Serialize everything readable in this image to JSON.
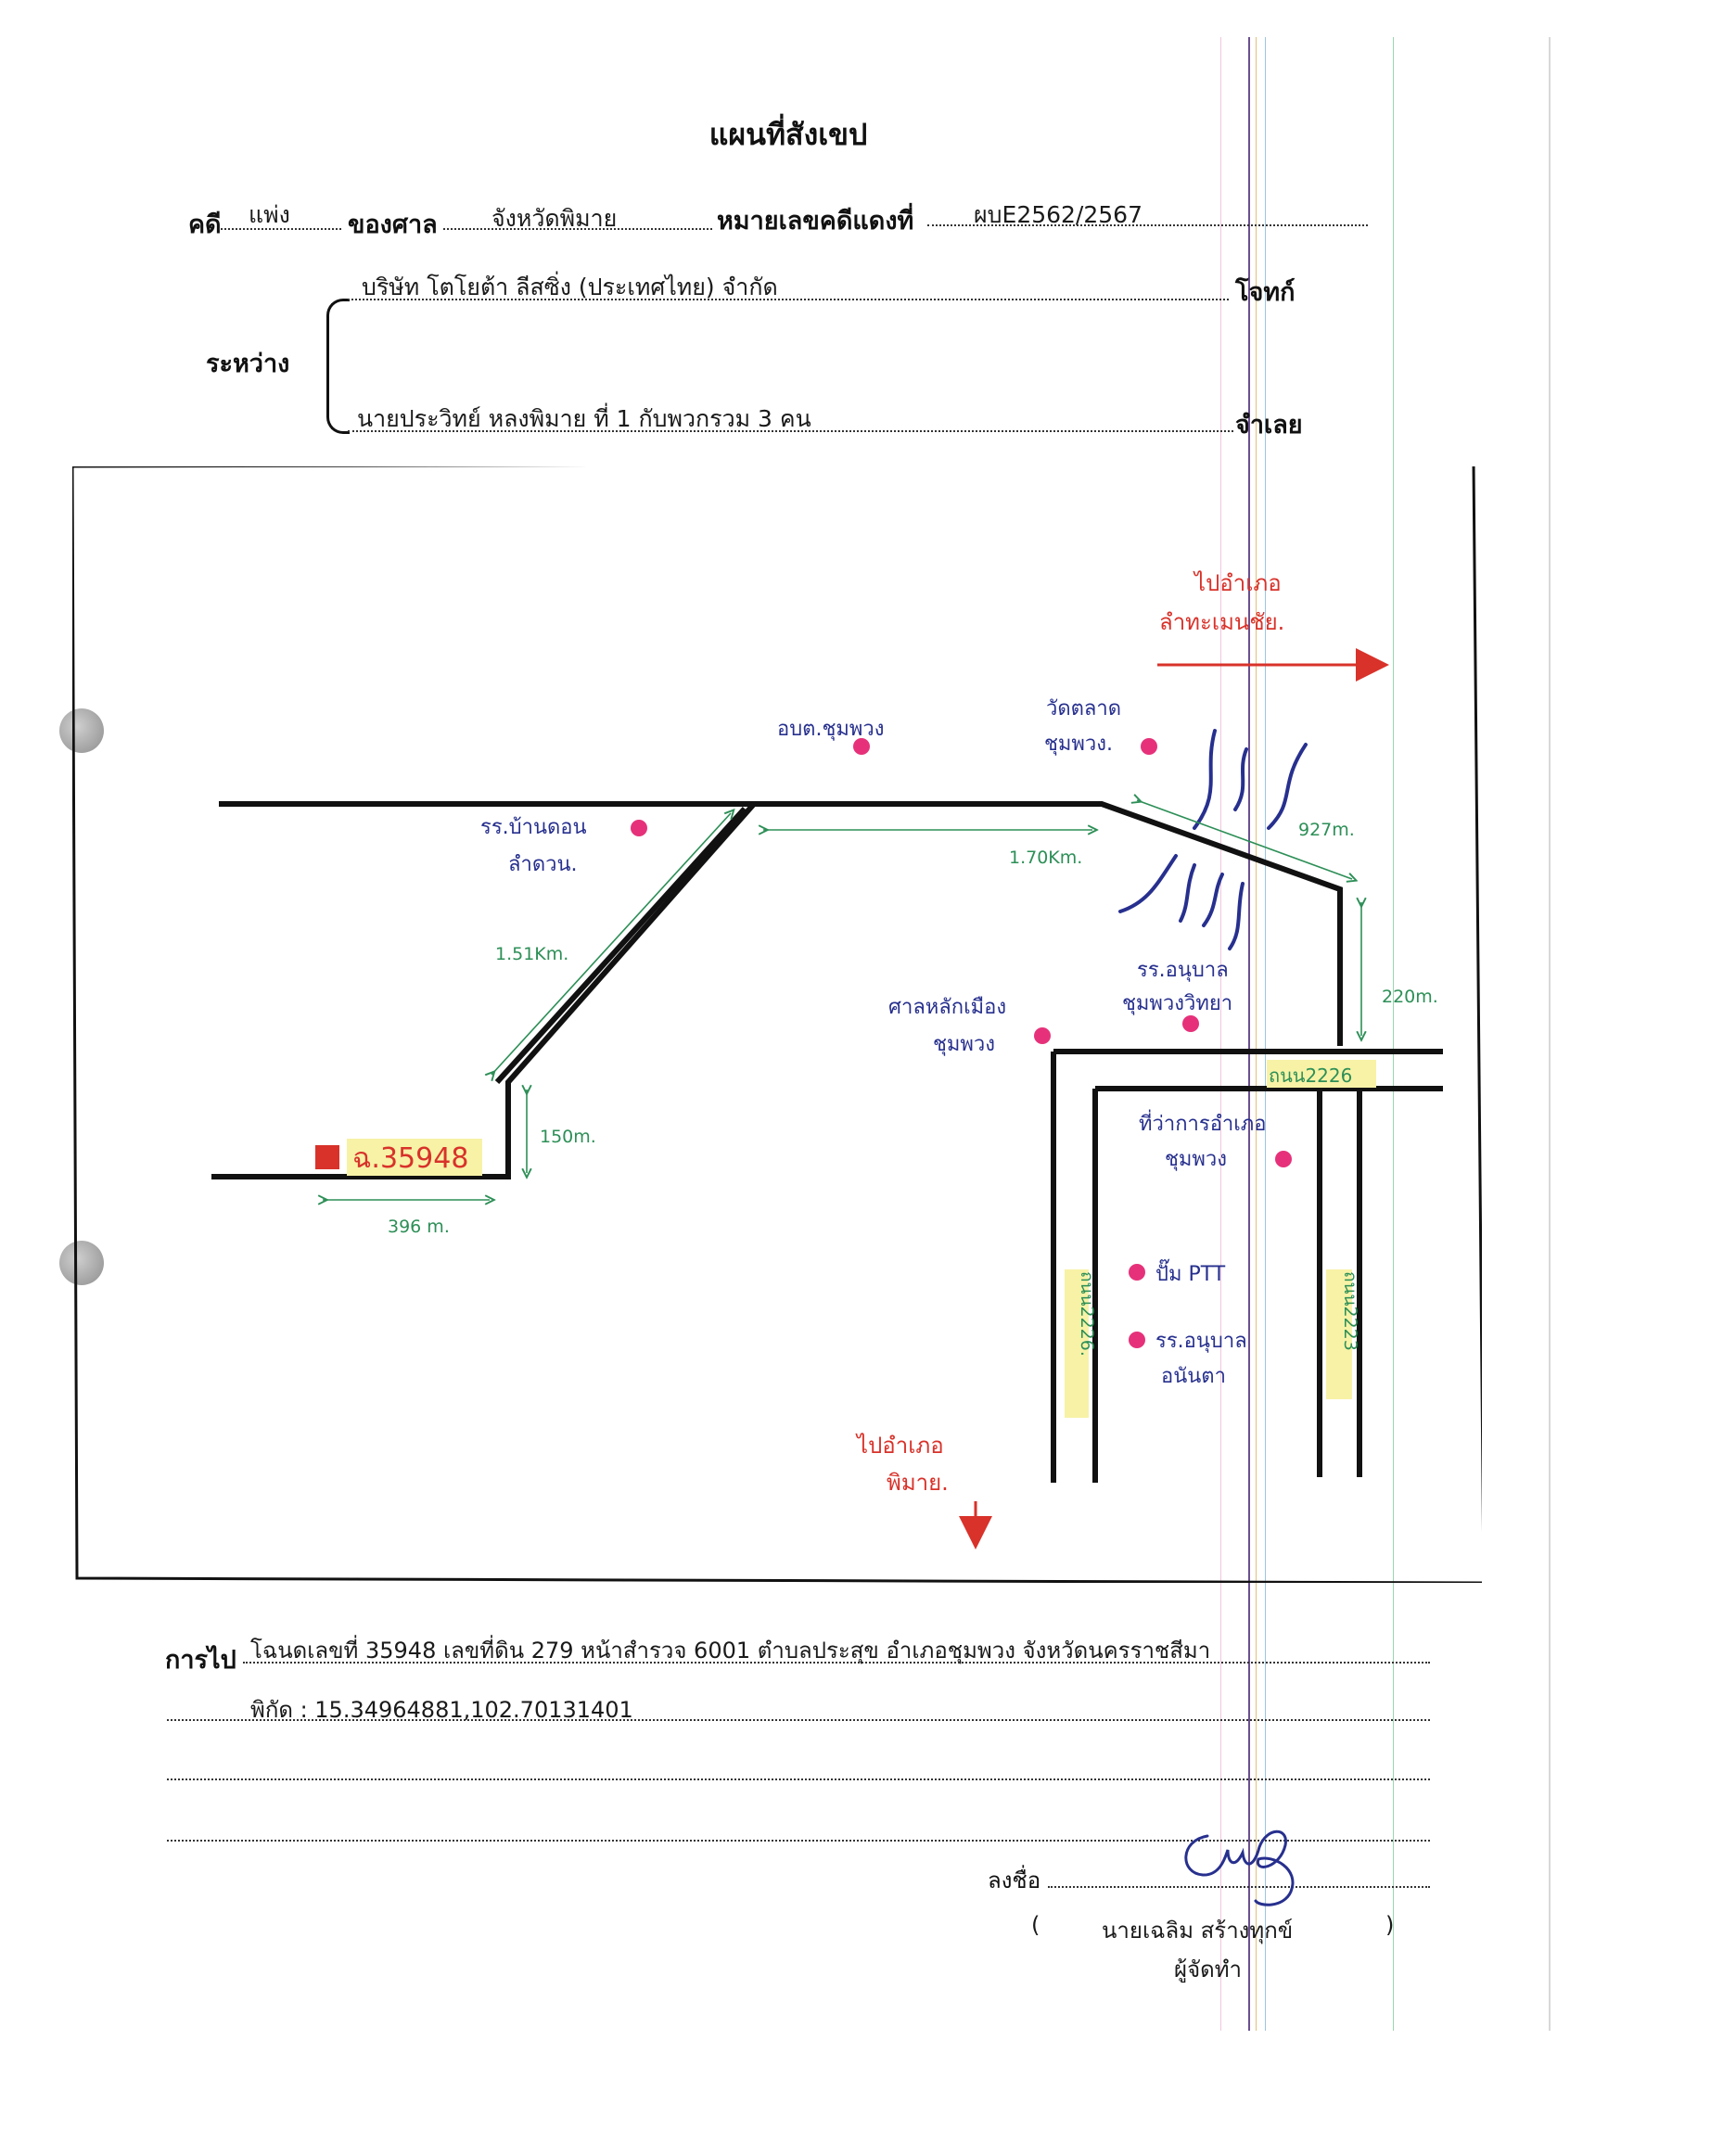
{
  "title": "แผนที่สังเขป",
  "header": {
    "case_label": "คดี",
    "case_type": "แพ่ง",
    "court_label": "ของศาล",
    "court_name": "จังหวัดพิมาย",
    "red_case_label": "หมายเลขคดีแดงที่",
    "red_case_no": "ผบE2562/2567",
    "between_label": "ระหว่าง",
    "plaintiff": "บริษัท โตโยต้า ลีสซิ่ง (ประเทศไทย) จำกัด",
    "plaintiff_role": "โจทก์",
    "defendant": "นายประวิทย์ หลงพิมาย ที่ 1 กับพวกรวม 3 คน",
    "defendant_role": "จำเลย"
  },
  "map": {
    "labels": {
      "to_lamthamenchai_1": "ไปอำเภอ",
      "to_lamthamenchai_2": "ลำทะเมนชัย.",
      "subdistrict_office": "อบต.ชุมพวง",
      "temple_1": "วัดตลาด",
      "temple_2": "ชุมพวง.",
      "school_dondon_1": "รร.บ้านดอน",
      "school_dondon_2": "ลำดวน.",
      "kindergarten_1": "รร.อนุบาล",
      "kindergarten_2": "ชุมพวงวิทยา",
      "city_pillar_1": "ศาลหลักเมือง",
      "city_pillar_2": "ชุมพวง",
      "district_office_1": "ที่ว่าการอำเภอ",
      "district_office_2": "ชุมพวง",
      "ptt": "ปั๊ม PTT",
      "school_anuban_1": "รร.อนุบาล",
      "school_anuban_2": "อนันตา",
      "to_phimai_1": "ไปอำเภอ",
      "to_phimai_2": "พิมาย.",
      "deed": "ฉ.35948",
      "road_2226_h": "ถนน2226",
      "road_2226_v": "ถนน2226.",
      "road_2223_v": "ถนน2223"
    },
    "distances": {
      "d_151": "1.51Km.",
      "d_170": "1.70Km.",
      "d_927": "927m.",
      "d_220": "220m.",
      "d_150": "150m.",
      "d_396": "396 m."
    }
  },
  "directions": {
    "label": "การไป",
    "line1": "โฉนดเลขที่ 35948 เลขที่ดิน 279 หน้าสำรวจ 6001 ตำบลประสุข อำเภอชุมพวง จังหวัดนครราชสีมา",
    "line2": "พิกัด : 15.34964881,102.70131401"
  },
  "signature": {
    "sign_label": "ลงชื่อ",
    "open_paren": "(",
    "name": "นายเฉลิม  สร้างทุกข์",
    "close_paren": ")",
    "role": "ผู้จัดทำ"
  },
  "colors": {
    "ink_red": "#d8322a",
    "ink_blue": "#27308e",
    "ink_green": "#2d8f57",
    "poi_pink": "#e6317a",
    "highlight_yellow": "#f7f2a6",
    "road_black": "#111111"
  }
}
